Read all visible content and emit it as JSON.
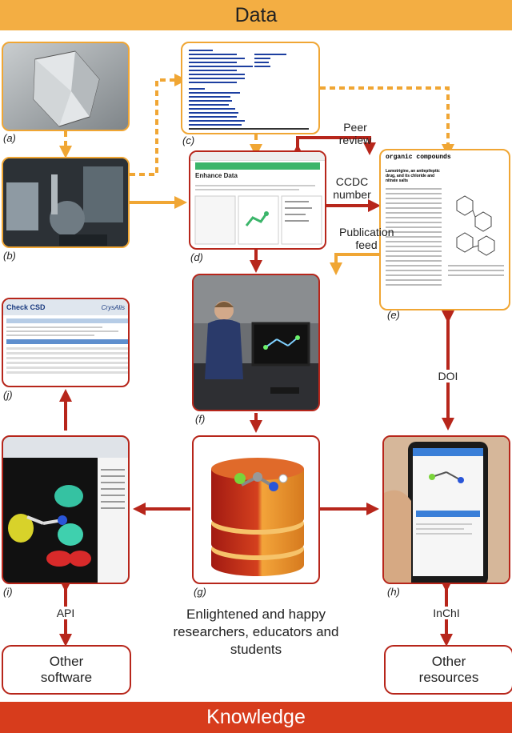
{
  "header": {
    "title": "Data"
  },
  "footer": {
    "title": "Knowledge"
  },
  "panels": {
    "a": {
      "label": "(a)"
    },
    "b": {
      "label": "(b)"
    },
    "c": {
      "label": "(c)"
    },
    "d": {
      "label": "(d)",
      "title": "Enhance Data"
    },
    "e": {
      "label": "(e)",
      "heading": "organic compounds",
      "article_title": "Lamotrigine, an antiepileptic drug, and its chloride and nitrate salts"
    },
    "f": {
      "label": "(f)"
    },
    "g": {
      "label": "(g)"
    },
    "h": {
      "label": "(h)"
    },
    "i": {
      "label": "(i)"
    },
    "j": {
      "label": "(j)",
      "app_title": "Check CSD",
      "brand": "CrysAlis"
    }
  },
  "edge_labels": {
    "peer_review": "Peer review",
    "ccdc_number": "CCDC number",
    "publication_feed": "Publication feed",
    "doi": "DOI",
    "api": "API",
    "inchi": "InChI"
  },
  "center_text": "Enlightened and happy researchers, educators and students",
  "outputs": {
    "other_software": "Other software",
    "other_resources": "Other resources"
  },
  "colors": {
    "orange": "#f0a634",
    "red": "#b7261b",
    "band_top": "#f3ae43",
    "band_bottom": "#d73c1c"
  }
}
